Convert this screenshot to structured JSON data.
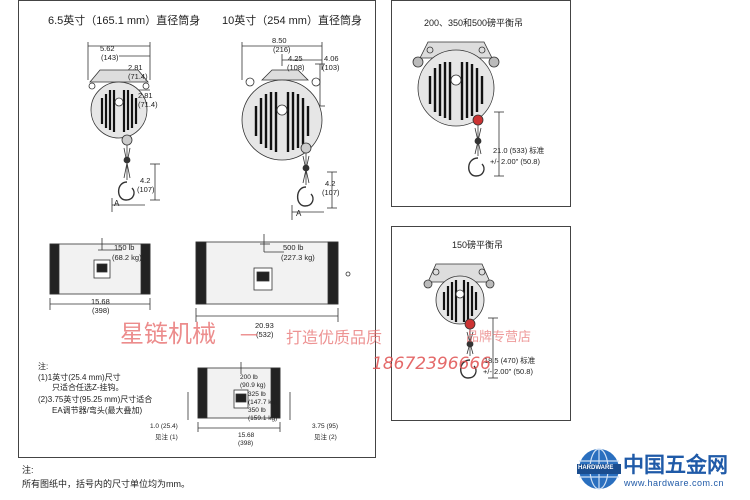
{
  "main_panel": {
    "title_small": "6.5英寸（165.1 mm）直径筒身",
    "title_large": "10英寸（254 mm）直径筒身",
    "small_top_view": {
      "width": "5.62",
      "width_mm": "(143)",
      "hook_offset": "2.81",
      "hook_offset_mm": "(71.4)",
      "body_offset": "2.81",
      "body_offset_mm": "(71.4)",
      "hook_len": "4.2",
      "hook_len_mm": "(107)",
      "section": "A"
    },
    "large_top_view": {
      "width": "8.50",
      "width_mm": "(216)",
      "hook_offset": "4.25",
      "hook_offset_mm": "(108)",
      "side": "4.06",
      "side_mm": "(103)",
      "hook_len": "4.2",
      "hook_len_mm": "(107)",
      "section": "A"
    },
    "small_side_view": {
      "capacity": "150 lb",
      "capacity_kg": "(68.2 kg)",
      "length": "15.68",
      "length_mm": "(398)"
    },
    "large_side_view": {
      "capacity": "500 lb",
      "capacity_kg": "(227.3 kg)",
      "length": "20.93",
      "length_mm": "(532)"
    },
    "third_side_view": {
      "cap1": "200 lb",
      "cap1_kg": "(90.9 kg)",
      "cap2": "325 lb",
      "cap2_kg": "(147.7 kg)",
      "cap3": "350 lb",
      "cap3_kg": "(159.1 kg)",
      "length": "15.68",
      "length_mm": "(398)",
      "left_dim": "1.0 (25.4)",
      "left_note": "见注 (1)",
      "right_dim": "3.75 (95)",
      "right_note": "见注 (2)"
    },
    "notes": {
      "heading": "注:",
      "n1_a": "(1)1英寸(25.4 mm)尺寸",
      "n1_b": "只适合任选Z-挂钩。",
      "n2_a": "(2)3.75英寸(95.25 mm)尺寸适合",
      "n2_b": "EA调节器/弯头(最大叠加)"
    }
  },
  "right_top_panel": {
    "title": "200、350和500磅平衡吊",
    "dim": "21.0 (533) 标准",
    "tolerance": "+/- 2.00\" (50.8)"
  },
  "right_bottom_panel": {
    "title": "150磅平衡吊",
    "dim": "18.5 (470) 标准",
    "tolerance": "+/- 2.00\" (50.8)"
  },
  "footer": {
    "heading": "注:",
    "text": "所有图纸中，括号内的尺寸单位均为mm。"
  },
  "watermarks": {
    "brand": "星链机械",
    "dash": "一",
    "slogan": "打造优质品质",
    "slogan2": "品牌专营店",
    "phone": "18672396666"
  },
  "logo": {
    "badge": "HARDWARE",
    "name": "中国五金网",
    "url": "www.hardware.com.cn"
  },
  "colors": {
    "line": "#333333",
    "watermark_red": "#e05050",
    "logo_blue": "#1f5aa8"
  }
}
